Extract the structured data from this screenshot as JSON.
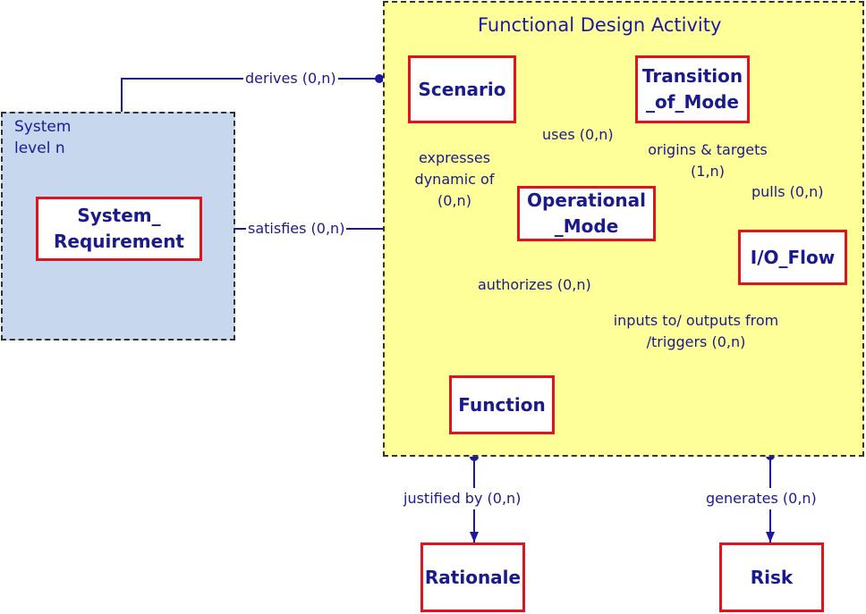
{
  "regions": {
    "system_level": {
      "label": "System\nlevel n"
    },
    "functional_design": {
      "label": "Functional Design Activity"
    }
  },
  "entities": {
    "scenario": "Scenario",
    "transition_of_mode": "Transition\n_of_Mode",
    "system_requirement": "System_\nRequirement",
    "operational_mode": "Operational\n_Mode",
    "io_flow": "I/O_Flow",
    "function": "Function",
    "rationale": "Rationale",
    "risk": "Risk"
  },
  "relations": {
    "derives": "derives (0,n)",
    "satisfies": "satisfies (0,n)",
    "uses": "uses (0,n)",
    "origins_targets": "origins & targets\n(1,n)",
    "expresses": "expresses\ndynamic of\n(0,n)",
    "pulls": "pulls (0,n)",
    "authorizes": "authorizes (0,n)",
    "inputs_outputs": "inputs to/ outputs from\n/triggers (0,n)",
    "justified_by": "justified by (0,n)",
    "generates": "generates (0,n)"
  },
  "colors": {
    "system_level_fill": "#c6d7ee",
    "functional_design_fill": "#ffff99",
    "entity_border": "#e0141e",
    "text": "#1a1a8c",
    "line": "#1a1aa0"
  }
}
